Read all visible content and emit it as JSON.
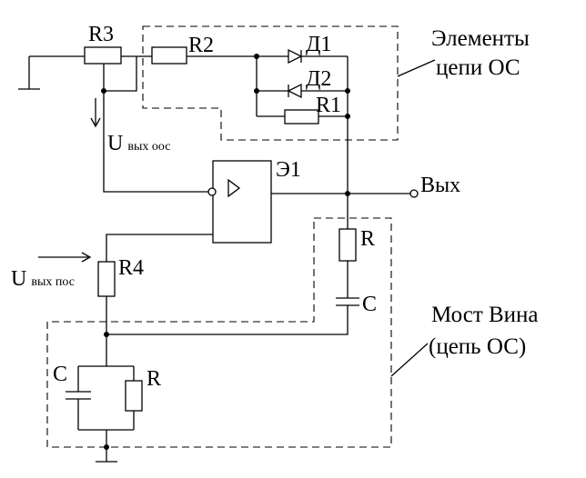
{
  "labels": {
    "r3": "R3",
    "r2": "R2",
    "d1": "Д1",
    "d2": "Д2",
    "r1": "R1",
    "e1": "Э1",
    "out": "Вых",
    "r4": "R4",
    "r_top": "R",
    "c_top": "C",
    "c_bottom": "C",
    "r_bottom": "R",
    "u_oos_main": "U",
    "u_oos_sub": "вых оос",
    "u_pos_main": "U",
    "u_pos_sub": "вых пос",
    "fb_elements_line1": "Элементы",
    "fb_elements_line2": "цепи ОС",
    "wien_line1": "Мост Вина",
    "wien_line2": "(цепь ОС)"
  }
}
